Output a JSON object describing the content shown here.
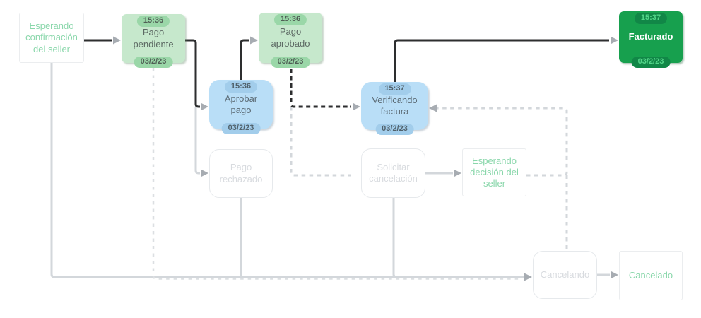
{
  "diagram": {
    "type": "state-flow",
    "nodes": [
      {
        "id": "esperando-confirmacion",
        "label": "Esperando confirmación del seller",
        "style": "outline-green"
      },
      {
        "id": "pago-pendiente",
        "label": "Pago pendiente",
        "time": "15:36",
        "date": "03/2/23",
        "style": "green"
      },
      {
        "id": "pago-aprobado",
        "label": "Pago aprobado",
        "time": "15:36",
        "date": "03/2/23",
        "style": "green"
      },
      {
        "id": "facturado",
        "label": "Facturado",
        "time": "15:37",
        "date": "03/2/23",
        "style": "dark-green"
      },
      {
        "id": "aprobar-pago",
        "label": "Aprobar pago",
        "time": "15:36",
        "date": "03/2/23",
        "style": "blue"
      },
      {
        "id": "verificando-factura",
        "label": "Verificando factura",
        "time": "15:37",
        "date": "03/2/23",
        "style": "blue"
      },
      {
        "id": "pago-rechazado",
        "label": "Pago rechazado",
        "style": "gray"
      },
      {
        "id": "solicitar-cancelacion",
        "label": "Solicitar cancelación",
        "style": "gray"
      },
      {
        "id": "esperando-decision",
        "label": "Esperando decisión del seller",
        "style": "outline-green"
      },
      {
        "id": "cancelando",
        "label": "Cancelando",
        "style": "gray"
      },
      {
        "id": "cancelado",
        "label": "Cancelado",
        "style": "outline-green"
      }
    ],
    "edges": [
      {
        "from": "esperando-confirmacion",
        "to": "pago-pendiente",
        "style": "solid-black"
      },
      {
        "from": "pago-pendiente",
        "to": "aprobar-pago",
        "style": "solid-black"
      },
      {
        "from": "aprobar-pago",
        "to": "pago-aprobado",
        "style": "solid-black"
      },
      {
        "from": "pago-aprobado",
        "to": "verificando-factura",
        "style": "dashed-black"
      },
      {
        "from": "verificando-factura",
        "to": "facturado",
        "style": "solid-black"
      },
      {
        "from": "pago-pendiente",
        "to": "pago-rechazado",
        "style": "solid-gray"
      },
      {
        "from": "pago-aprobado",
        "to": "solicitar-cancelacion",
        "style": "dashed-gray"
      },
      {
        "from": "solicitar-cancelacion",
        "to": "esperando-decision",
        "style": "solid-gray"
      },
      {
        "from": "esperando-decision",
        "to": "verificando-factura",
        "style": "dashed-gray"
      },
      {
        "from": "esperando-decision",
        "to": "cancelando",
        "style": "dashed-gray"
      },
      {
        "from": "esperando-confirmacion",
        "to": "cancelando",
        "style": "solid-gray"
      },
      {
        "from": "pago-pendiente",
        "to": "cancelando",
        "style": "dashed-gray"
      },
      {
        "from": "pago-rechazado",
        "to": "cancelando",
        "style": "solid-gray"
      },
      {
        "from": "solicitar-cancelacion",
        "to": "cancelando",
        "style": "solid-gray"
      },
      {
        "from": "cancelando",
        "to": "cancelado",
        "style": "solid-gray"
      }
    ],
    "colors": {
      "visited_state_fill": "#c6e8cc",
      "visited_badge_fill": "#9ad7a8",
      "action_state_fill": "#b9def7",
      "action_badge_fill": "#a2cdeb",
      "current_state_fill": "#17a04e",
      "current_badge_fill": "#118747",
      "current_badge_text": "#53d689",
      "terminal_text_green": "#8ad7ab",
      "inactive_gray_text": "#d8dbdf",
      "inactive_border": "#e6e9ec",
      "active_edge": "#2d2e2f",
      "inactive_edge": "#d3d7db",
      "arrowhead": "#a7acb2"
    }
  }
}
